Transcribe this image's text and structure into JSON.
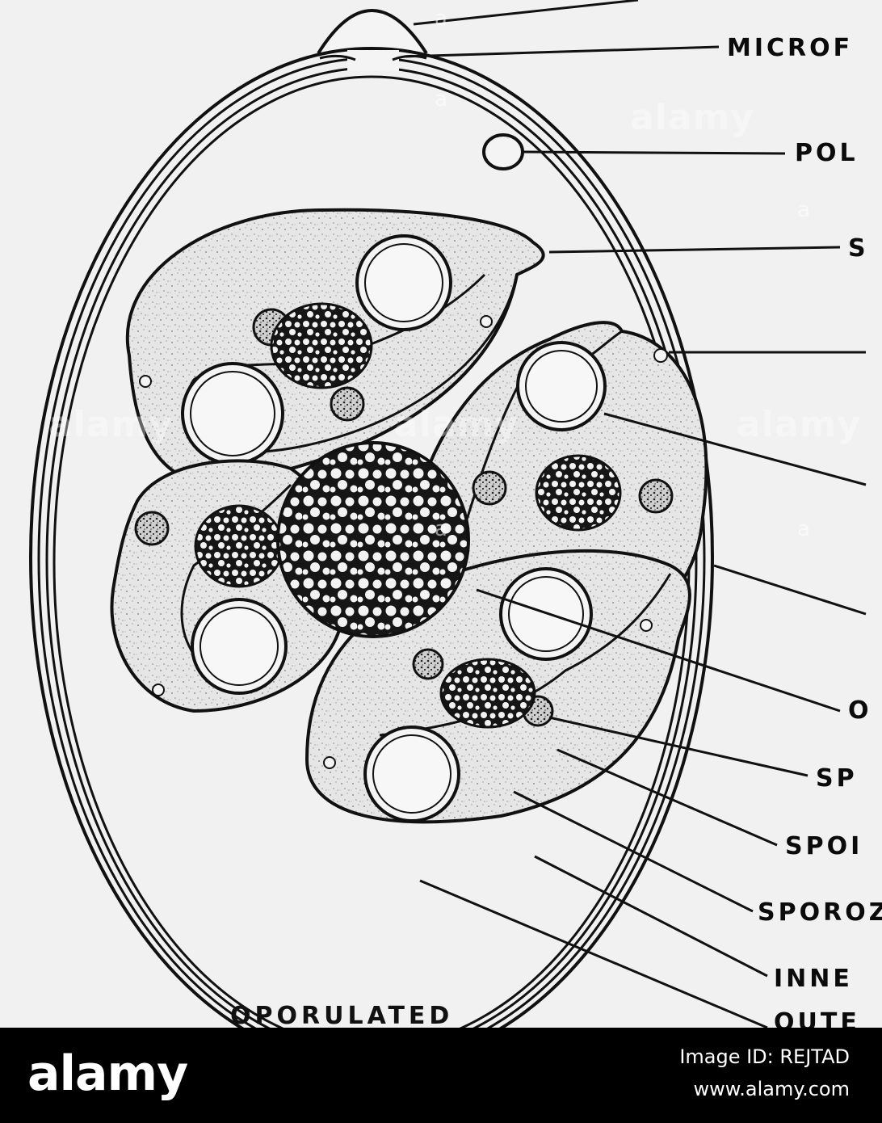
{
  "labels": {
    "microfile": "MICROF",
    "polar": "POL",
    "stieda": "S",
    "oocyst_residuum": "O",
    "sporocyst_residuum": "SP",
    "sporocyst_wall": "SPOI",
    "sporozoite": "SPOROZ",
    "inner_wall": "INNE",
    "outer_wall": "OUTE"
  },
  "caption": "OPORULATED",
  "watermark": {
    "letter": "a",
    "word": "alamy"
  },
  "footer": {
    "logo": "alamy",
    "image_id": "Image ID: REJTAD",
    "url": "www.alamy.com"
  }
}
